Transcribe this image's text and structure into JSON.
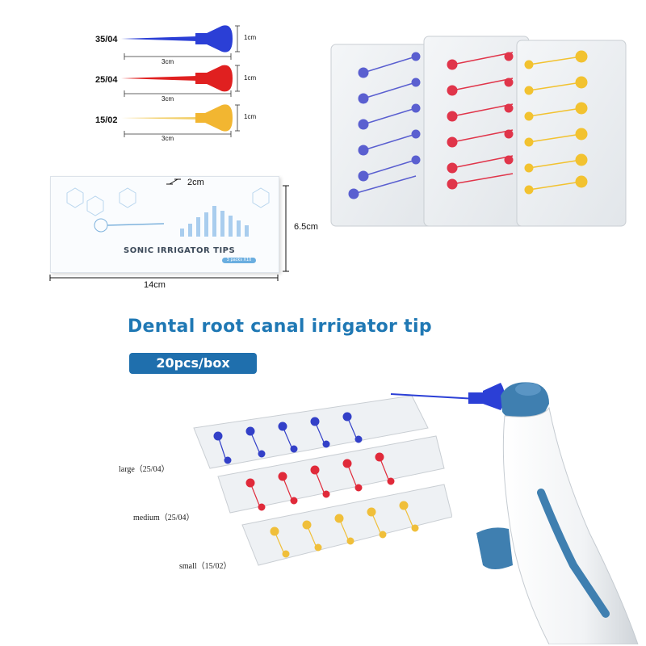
{
  "tips": [
    {
      "label": "35/04",
      "height_label": "1cm",
      "length_label": "3cm",
      "color": "#2b3fd6"
    },
    {
      "label": "25/04",
      "height_label": "1cm",
      "length_label": "3cm",
      "color": "#e02020"
    },
    {
      "label": "15/02",
      "height_label": "1cm",
      "length_label": "3cm",
      "color": "#f2b631"
    }
  ],
  "box": {
    "title": "SONIC IRRIGATOR TIPS",
    "pill": "3 packs X10",
    "depth_label": "2cm",
    "height_label": "6.5cm",
    "width_label": "14cm"
  },
  "headline": "Dental root canal irrigator tip",
  "badge": "20pcs/box",
  "categories": [
    {
      "label": "large（25/04）",
      "color": "#3340c8"
    },
    {
      "label": "medium（25/04）",
      "color": "#e02a3a"
    },
    {
      "label": "small（15/02）",
      "color": "#f0bf3a"
    }
  ],
  "colors": {
    "accent": "#1f78b4",
    "badge": "#1f6fad",
    "device": "#3f7fb0"
  }
}
